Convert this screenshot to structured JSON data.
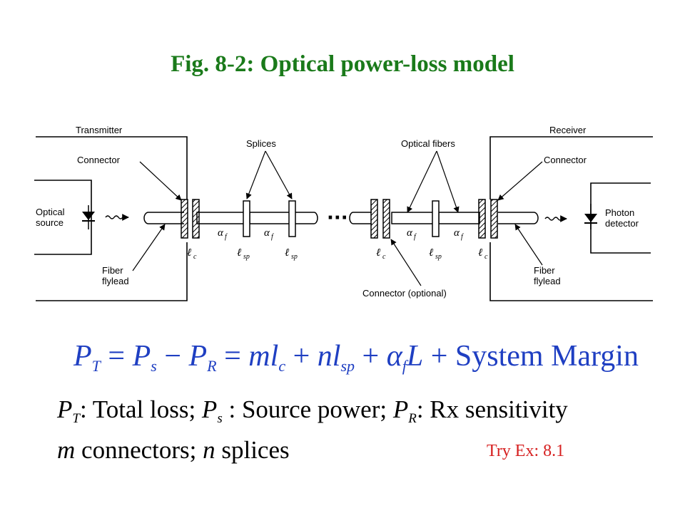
{
  "title": "Fig. 8-2: Optical power-loss model",
  "diagram": {
    "labels": {
      "transmitter": "Transmitter",
      "receiver": "Receiver",
      "connector_left": "Connector",
      "connector_right": "Connector",
      "splices": "Splices",
      "optical_fibers": "Optical fibers",
      "optical_source_1": "Optical",
      "optical_source_2": "source",
      "photon_detector_1": "Photon",
      "photon_detector_2": "detector",
      "fiber_flylead_left_1": "Fiber",
      "fiber_flylead_left_2": "flylead",
      "fiber_flylead_right_1": "Fiber",
      "fiber_flylead_right_2": "flylead",
      "connector_optional": "Connector (optional)",
      "ellipsis": "···"
    },
    "symbols": {
      "ell": "ℓ",
      "alpha": "α",
      "sub_c": "c",
      "sub_sp": "sp",
      "sub_f": "f"
    }
  },
  "equation": {
    "P": "P",
    "T": "T",
    "eq": " = ",
    "s": "s",
    "minus": " − ",
    "R": "R",
    "m": "m",
    "l": "l",
    "c": "c",
    "plus": " + ",
    "n": "n",
    "sp": "sp",
    "alpha": "α",
    "f": "f",
    "L": "L",
    "system_margin": "System Margin"
  },
  "definitions": {
    "line1": {
      "total_loss": ": Total loss; ",
      "source_power": " :  Source power; ",
      "rx_sensitivity": ": Rx sensitivity"
    },
    "line2": {
      "m": "m",
      "connectors": " connectors; ",
      "n": "n",
      "splices": " splices"
    }
  },
  "try_ex": "Try Ex: 8.1"
}
